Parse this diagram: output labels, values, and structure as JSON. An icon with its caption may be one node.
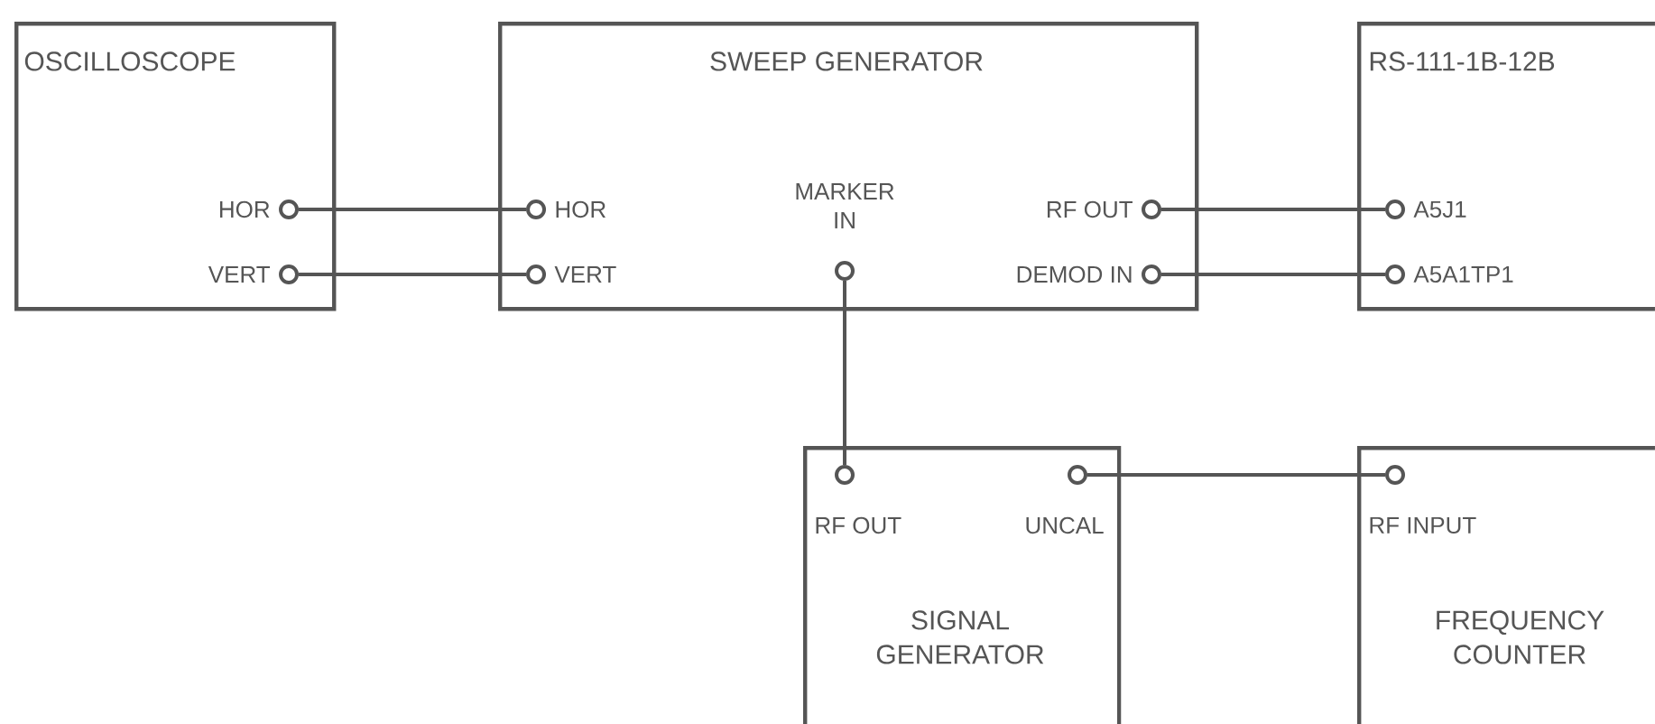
{
  "diagram": {
    "nodes": [
      {
        "text": [
          "OSCILLOSCOPE"
        ]
      },
      {
        "text": [],
        "shape": "circle",
        "beside": [
          "HOR"
        ],
        "in": 0
      },
      {
        "text": [],
        "shape": "circle",
        "beside": [
          "VERT"
        ],
        "in": 0
      },
      {
        "text": [
          "SWEEP GENERATOR"
        ]
      },
      {
        "text": [],
        "shape": "circle",
        "beside": [
          "HOR"
        ],
        "in": 3
      },
      {
        "text": [],
        "shape": "circle",
        "beside": [
          "VERT"
        ],
        "in": 3
      },
      {
        "text": [],
        "shape": "circle",
        "beside": [
          "MARKER IN"
        ],
        "in": 3
      },
      {
        "text": [],
        "shape": "circle",
        "beside": [
          "RF OUT"
        ],
        "in": 3
      },
      {
        "text": [],
        "shape": "circle",
        "beside": [
          "DEMOD IN"
        ],
        "in": 3
      },
      {
        "text": [
          "RS-111-1B-12B"
        ]
      },
      {
        "text": [],
        "shape": "circle",
        "beside": [
          "A5J1"
        ],
        "in": 9
      },
      {
        "text": [],
        "shape": "circle",
        "beside": [
          "A5A1TP1"
        ],
        "in": 9
      },
      {
        "text": [
          "SIGNAL GENERATOR"
        ]
      },
      {
        "text": [],
        "shape": "circle",
        "beside": [
          "RF OUT"
        ],
        "in": 12
      },
      {
        "text": [],
        "shape": "circle",
        "beside": [
          "UNCAL"
        ],
        "in": 12
      },
      {
        "text": [
          "FREQUENCY COUNTER"
        ]
      },
      {
        "text": [],
        "shape": "circle",
        "beside": [
          "RF INPUT"
        ],
        "in": 15
      }
    ],
    "edges": [
      {
        "from": 1,
        "to": 4,
        "arrow": "none"
      },
      {
        "from": 2,
        "to": 5,
        "arrow": "none"
      },
      {
        "from": 7,
        "to": 10,
        "arrow": "none"
      },
      {
        "from": 8,
        "to": 11,
        "arrow": "none"
      },
      {
        "from": 6,
        "to": 13,
        "arrow": "none"
      },
      {
        "from": 14,
        "to": 16,
        "arrow": "none"
      }
    ]
  }
}
